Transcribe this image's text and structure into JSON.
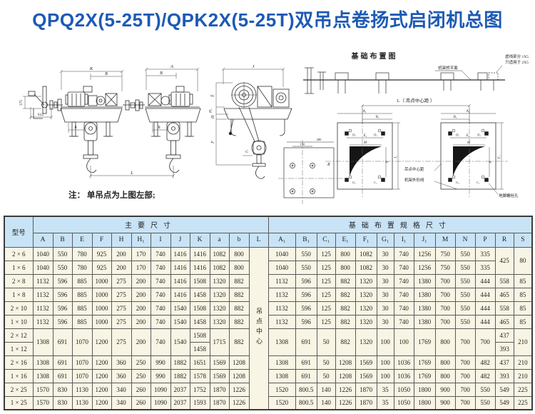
{
  "title": "QPQ2X(5-25T)/QPK2X(5-25T)双吊点卷扬式启闭机总图",
  "colors": {
    "title_blue": "#1d5ab5",
    "header_bg": "#c9e3f6",
    "cell_bg": "#f9f5e5",
    "line": "#2f2f2f"
  },
  "drawing": {
    "note": "注：  单吊点为上图左部;",
    "foundation": {
      "title": "基础布置图",
      "frame_plane_label": "机架桥平面",
      "dashed_note1": "虚线部分 1X5",
      "dashed_note2": "只适用于 2X5"
    },
    "detail": {
      "span_label": "L（ 吊点中心距 ）",
      "center_dist_label": "吊点中心距",
      "frame_outline_label": "机架外形线",
      "anchor_bolt_label": "地脚螺栓孔"
    },
    "labels": {
      "K": "K",
      "B": "B",
      "A": "A",
      "b": "b",
      "L": "L",
      "J": "J",
      "E": "E",
      "H1": "H₁",
      "H": "H",
      "F": "F",
      "G": "G",
      "A1": "A₁",
      "B1": "B₁",
      "C1": "C₁",
      "E1": "E₁",
      "F1": "F₁",
      "G1": "G₁",
      "I1": "I₁",
      "M": "M",
      "N": "N",
      "Q1": "Q₁",
      "R": "R",
      "d375": "375",
      "d612": "612",
      "d280": "280",
      "d150": "150"
    }
  },
  "table": {
    "model_header": "型号",
    "group1_header": "主要尺寸",
    "group2_header": "基础布置规格尺寸",
    "main_cols": [
      "A",
      "B",
      "E",
      "F",
      "H",
      "H₁",
      "I",
      "J",
      "K",
      "a",
      "b",
      "L"
    ],
    "found_cols": [
      "A₁",
      "B₁",
      "C₁",
      "E₁",
      "F₁",
      "G₁",
      "I₁",
      "J₁",
      "M",
      "N",
      "P",
      "R",
      "S"
    ],
    "l_vertical_text": "吊点中心",
    "rows": [
      {
        "model": "2 × 6",
        "main": [
          "1040",
          "550",
          "780",
          "925",
          "200",
          "170",
          "740",
          "1416",
          "1416",
          "1082",
          "800"
        ],
        "found": [
          "1040",
          "550",
          "125",
          "800",
          "1082",
          "30",
          "740",
          "1256",
          "750",
          "550",
          "335",
          {
            "v": "425",
            "rs": 2
          },
          {
            "v": "80",
            "rs": 2
          }
        ]
      },
      {
        "model": "1 × 6",
        "main": [
          "1040",
          "550",
          "780",
          "925",
          "200",
          "170",
          "740",
          "1416",
          "1416",
          "1082",
          "800"
        ],
        "found": [
          "1040",
          "550",
          "125",
          "800",
          "1082",
          "30",
          "740",
          "1256",
          "750",
          "550",
          "335",
          null,
          null
        ]
      },
      {
        "model": "2 × 8",
        "main": [
          "1132",
          "596",
          "885",
          "1000",
          "275",
          "200",
          "740",
          "1416",
          "1508",
          "1320",
          "882"
        ],
        "found": [
          "1132",
          "596",
          "125",
          "882",
          "1320",
          "30",
          "740",
          "1380",
          "700",
          "550",
          "444",
          "558",
          "85"
        ]
      },
      {
        "model": "1 × 8",
        "main": [
          "1132",
          "596",
          "885",
          "1000",
          "275",
          "200",
          "740",
          "1416",
          "1458",
          "1320",
          "882"
        ],
        "found": [
          "1132",
          "596",
          "125",
          "882",
          "1320",
          "30",
          "740",
          "1380",
          "700",
          "550",
          "444",
          "465",
          "85"
        ]
      },
      {
        "model": "2 × 10",
        "main": [
          "1132",
          "596",
          "885",
          "1000",
          "275",
          "200",
          "740",
          "1540",
          "1508",
          "1320",
          "882"
        ],
        "found": [
          "1132",
          "596",
          "125",
          "882",
          "1320",
          "30",
          "740",
          "1380",
          "700",
          "550",
          "444",
          "558",
          "85"
        ]
      },
      {
        "model": "1 × 10",
        "main": [
          "1132",
          "596",
          "885",
          "1000",
          "275",
          "200",
          "740",
          "1540",
          "1458",
          "1320",
          "882"
        ],
        "found": [
          "1132",
          "596",
          "125",
          "882",
          "1320",
          "30",
          "740",
          "1380",
          "700",
          "550",
          "444",
          "465",
          "85"
        ]
      },
      {
        "model": "2 × 12",
        "main": [
          {
            "v": "1308",
            "rs": 2
          },
          {
            "v": "691",
            "rs": 2
          },
          {
            "v": "1070",
            "rs": 2
          },
          {
            "v": "1200",
            "rs": 2
          },
          {
            "v": "275",
            "rs": 2
          },
          {
            "v": "200",
            "rs": 2
          },
          {
            "v": "740",
            "rs": 2
          },
          {
            "v": "1540",
            "rs": 2
          },
          "1508",
          {
            "v": "1715",
            "rs": 2
          },
          {
            "v": "882",
            "rs": 2
          }
        ],
        "found": [
          {
            "v": "1308",
            "rs": 2
          },
          {
            "v": "691",
            "rs": 2
          },
          {
            "v": "50",
            "rs": 2
          },
          {
            "v": "882",
            "rs": 2
          },
          {
            "v": "1320",
            "rs": 2
          },
          {
            "v": "100",
            "rs": 2
          },
          {
            "v": "100",
            "rs": 2
          },
          {
            "v": "1769",
            "rs": 2
          },
          {
            "v": "800",
            "rs": 2
          },
          {
            "v": "700",
            "rs": 2
          },
          {
            "v": "700",
            "rs": 2
          },
          "437",
          {
            "v": "210",
            "rs": 2
          }
        ]
      },
      {
        "model": "1 × 12",
        "main": [
          null,
          null,
          null,
          null,
          null,
          null,
          null,
          null,
          "1458",
          null,
          null
        ],
        "found": [
          null,
          null,
          null,
          null,
          null,
          null,
          null,
          null,
          null,
          null,
          null,
          "393",
          null
        ]
      },
      {
        "model": "2 × 16",
        "main": [
          "1308",
          "691",
          "1070",
          "1200",
          "360",
          "250",
          "990",
          "1882",
          "1651",
          "1569",
          "1208"
        ],
        "found": [
          "1308",
          "691",
          "50",
          "1208",
          "1569",
          "100",
          "1036",
          "1769",
          "800",
          "700",
          "482",
          "437",
          "210"
        ]
      },
      {
        "model": "1 × 16",
        "main": [
          "1308",
          "691",
          "1070",
          "1200",
          "360",
          "250",
          "990",
          "1882",
          "1578",
          "1569",
          "1208"
        ],
        "found": [
          "1308",
          "691",
          "50",
          "1208",
          "1569",
          "100",
          "1036",
          "1769",
          "800",
          "700",
          "482",
          "393",
          "210"
        ]
      },
      {
        "model": "2 × 25",
        "main": [
          "1570",
          "830",
          "1130",
          "1200",
          "340",
          "260",
          "1090",
          "2037",
          "1752",
          "1870",
          "1226"
        ],
        "found": [
          "1520",
          "800.5",
          "140",
          "1226",
          "1870",
          "35",
          "1050",
          "1800",
          "900",
          "700",
          "550",
          "549",
          "225"
        ]
      },
      {
        "model": "1 × 25",
        "main": [
          "1570",
          "830",
          "1130",
          "1200",
          "340",
          "260",
          "1090",
          "2037",
          "1593",
          "1870",
          "1226"
        ],
        "found": [
          "1520",
          "800.5",
          "140",
          "1226",
          "1870",
          "35",
          "1050",
          "1800",
          "900",
          "700",
          "550",
          "549",
          "225"
        ]
      }
    ]
  }
}
